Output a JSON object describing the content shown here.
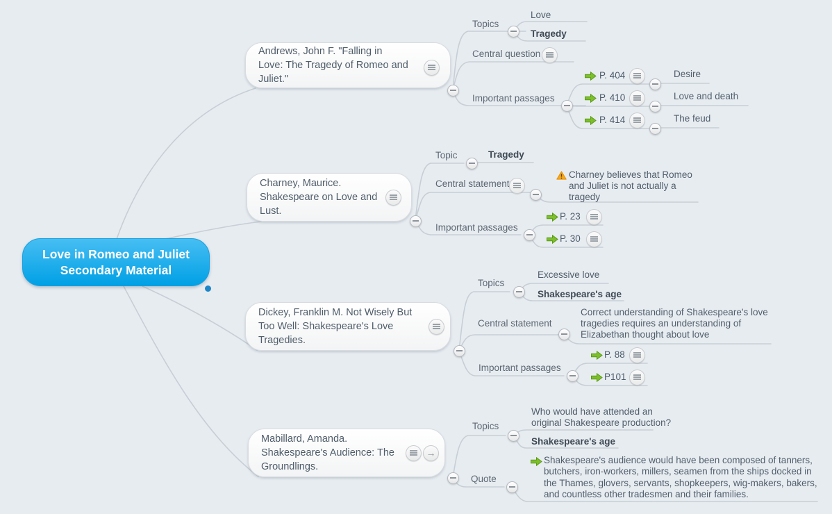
{
  "colors": {
    "background": "#e7ecf1",
    "root_fill_top": "#47bef3",
    "root_fill_bottom": "#00a0e5",
    "root_text": "#ffffff",
    "node_text": "#4f5d6a",
    "bold_text": "#404a54",
    "connector": "#c7ced5",
    "green_arrow": "#7cbf2a",
    "warning": "#f8a81b"
  },
  "icons": {
    "notes": "hamburger-lines-in-circle",
    "link": "arrow-right-in-circle",
    "passage": "green-arrow-right",
    "warning": "warning-triangle",
    "collapse": "minus-in-circle"
  },
  "root": {
    "title": "Love in Romeo and Juliet\nSecondary Material"
  },
  "branches": [
    {
      "title": "Andrews, John F. \"Falling in\nLove: The Tragedy of Romeo and\nJuliet.\"",
      "children": {
        "topics": {
          "label": "Topics",
          "items": [
            {
              "text": "Love"
            },
            {
              "text": "Tragedy"
            }
          ]
        },
        "central_question": {
          "label": "Central question"
        },
        "important_passages": {
          "label": "Important passages",
          "passages": [
            {
              "page": "P. 404",
              "note": "Desire"
            },
            {
              "page": "P. 410",
              "note": "Love and death"
            },
            {
              "page": "P. 414",
              "note": "The feud"
            }
          ]
        }
      }
    },
    {
      "title": "Charney, Maurice.\nShakespeare on Love and\nLust.",
      "children": {
        "topic": {
          "label": "Topic",
          "items": [
            {
              "text": "Tragedy"
            }
          ]
        },
        "central_statement": {
          "label": "Central statement",
          "note": "Charney believes that Romeo\nand Juliet is not actually a\ntragedy"
        },
        "important_passages": {
          "label": "Important passages",
          "passages": [
            {
              "page": "P. 23"
            },
            {
              "page": "P. 30"
            }
          ]
        }
      }
    },
    {
      "title": "Dickey, Franklin M. Not Wisely But\nToo Well: Shakespeare's Love\nTragedies.",
      "children": {
        "topics": {
          "label": "Topics",
          "items": [
            {
              "text": "Excessive love"
            },
            {
              "text": "Shakespeare's age"
            }
          ]
        },
        "central_statement": {
          "label": "Central statement",
          "note": "Correct understanding of Shakespeare's love\ntragedies requires an understanding of\nElizabethan thought about love"
        },
        "important_passages": {
          "label": "Important passages",
          "passages": [
            {
              "page": "P. 88"
            },
            {
              "page": "P101"
            }
          ]
        }
      }
    },
    {
      "title": "Mabillard, Amanda.\nShakespeare's Audience: The\nGroundlings.",
      "children": {
        "topics": {
          "label": "Topics",
          "items": [
            {
              "text": "Who would have attended an\noriginal Shakespeare production?"
            },
            {
              "text": "Shakespeare's age"
            }
          ]
        },
        "quote": {
          "label": "Quote",
          "note": "Shakespeare's audience would have been composed of tanners,\nbutchers, iron-workers, millers, seamen from the ships docked in\nthe Thames, glovers, servants, shopkeepers, wig-makers, bakers,\nand countless other tradesmen and their families."
        }
      }
    }
  ]
}
